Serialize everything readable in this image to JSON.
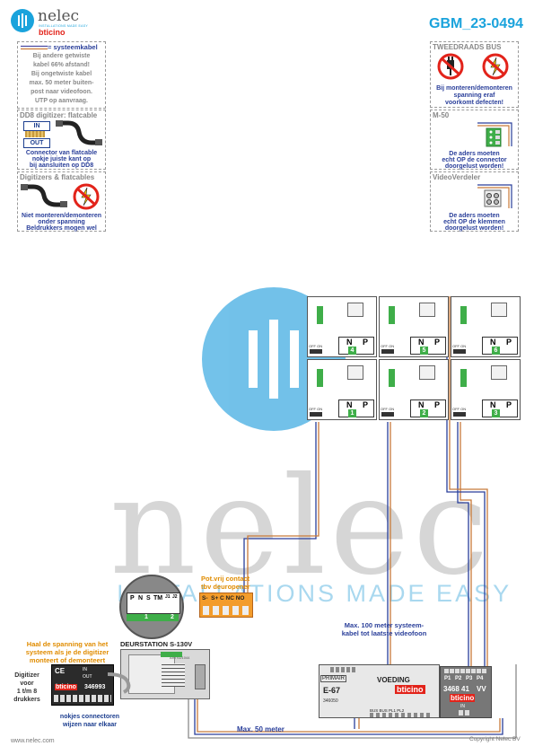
{
  "header": {
    "logo_name": "nelec",
    "logo_tagline": "INSTALLATIONS MADE EASY",
    "logo_brand": "bticino",
    "doc_code": "GBM_23-0494"
  },
  "notes_left": {
    "systeemkabel": {
      "title": "= systeemkabel",
      "lines": [
        "Bij andere getwiste",
        "kabel 66% afstand!",
        "Bij ongetwiste kabel",
        "max. 50 meter buiten-",
        "post naar videofoon.",
        "UTP op aanvraag."
      ]
    },
    "dd8": {
      "title": "DD8 digitizer: flatcable",
      "in_label": "IN",
      "out_label": "OUT",
      "lines": [
        "Connector van flatcable",
        "nokje juiste kant op",
        "bij aansluiten op DD8"
      ]
    },
    "digitizers": {
      "title": "Digitizers & flatcables",
      "lines": [
        "Niet monteren/demonteren",
        "onder spanning",
        "Beldrukkers mogen wel"
      ]
    }
  },
  "notes_right": {
    "tweedraads": {
      "title": "TWEEDRAADS BUS",
      "lines": [
        "Bij monteren/demonteren",
        "spanning eraf",
        "voorkomt defecten!"
      ]
    },
    "m50": {
      "title": "M-50",
      "lines": [
        "De aders moeten",
        "echt OP de connector",
        "doorgelust worden!"
      ]
    },
    "videoverdeler": {
      "title": "VideoVerdeler",
      "lines": [
        "De aders moeten",
        "echt OP de klemmen",
        "doorgelust worden!"
      ]
    }
  },
  "watermark": {
    "word": "nelec",
    "tagline": "INSTALLATIONS MADE EASY"
  },
  "monitors": {
    "np_n": "N",
    "np_p": "P",
    "off_on": "OFF ON",
    "units": [
      "4",
      "5",
      "6",
      "1",
      "2",
      "3"
    ]
  },
  "door_station": {
    "pins": [
      "P",
      "N",
      "S",
      "TM",
      "J1",
      "J2"
    ],
    "pin_value_1": "1",
    "pin_value_2": "2",
    "title": "DEURSTATION S-130V",
    "art": "ARTSD1044"
  },
  "contact": {
    "title_line1": "Pot.vrij contact",
    "title_line2": "tbv deuropener",
    "terminals": "S-  S+ C NC NO"
  },
  "digitizer_note": {
    "lines": [
      "Haal de spanning van het",
      "systeem als je de digitizer",
      "monteert of demonteert"
    ]
  },
  "digitizer": {
    "side_lines": [
      "Digitizer",
      "voor",
      "1 t/m 8",
      "drukkers"
    ],
    "model": "346993",
    "brand": "bticino",
    "in": "IN",
    "out": "OUT"
  },
  "nokjes": {
    "lines": [
      "nokjes connectoren",
      "wijzen naar elkaar"
    ]
  },
  "cable_note": {
    "lines": [
      "Max. 100 meter systeem-",
      "kabel tot laatste videofoon"
    ]
  },
  "power": {
    "primair": "PRIMAIR",
    "model": "E-67",
    "voeding": "VOEDING",
    "art": "346050",
    "brand": "bticino",
    "terminals": "BUS BUS PL1 PL2"
  },
  "video_verdeler": {
    "ports": [
      "P1",
      "P2",
      "P3",
      "P4"
    ],
    "model": "3468 41",
    "vv": "VV",
    "brand": "bticino",
    "in": "IN"
  },
  "distance_label": "Max. 50 meter",
  "footer": {
    "left": "www.nelec.com",
    "right": "Copyright Nelec BV"
  },
  "colors": {
    "blue_text": "#2a3f9a",
    "orange_text": "#e08c00",
    "accent_cyan": "#1aa3dc",
    "watermark_cyan": "#5ab7e6",
    "green": "#3fae49"
  }
}
